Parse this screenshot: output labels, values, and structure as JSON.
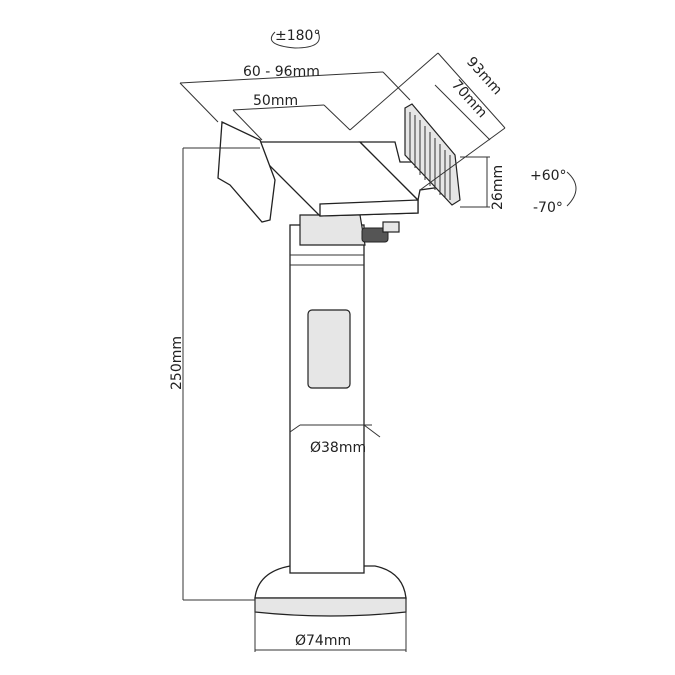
{
  "labels": {
    "rotation": "±180°",
    "clamp_width": "60 - 96mm",
    "plate_width": "50mm",
    "holder_depth": "93mm",
    "plate_depth": "70mm",
    "lip_height": "26mm",
    "tilt_up": "+60°",
    "tilt_down": "-70°",
    "height": "250mm",
    "pole_diameter": "Ø38mm",
    "base_diameter": "Ø74mm"
  }
}
